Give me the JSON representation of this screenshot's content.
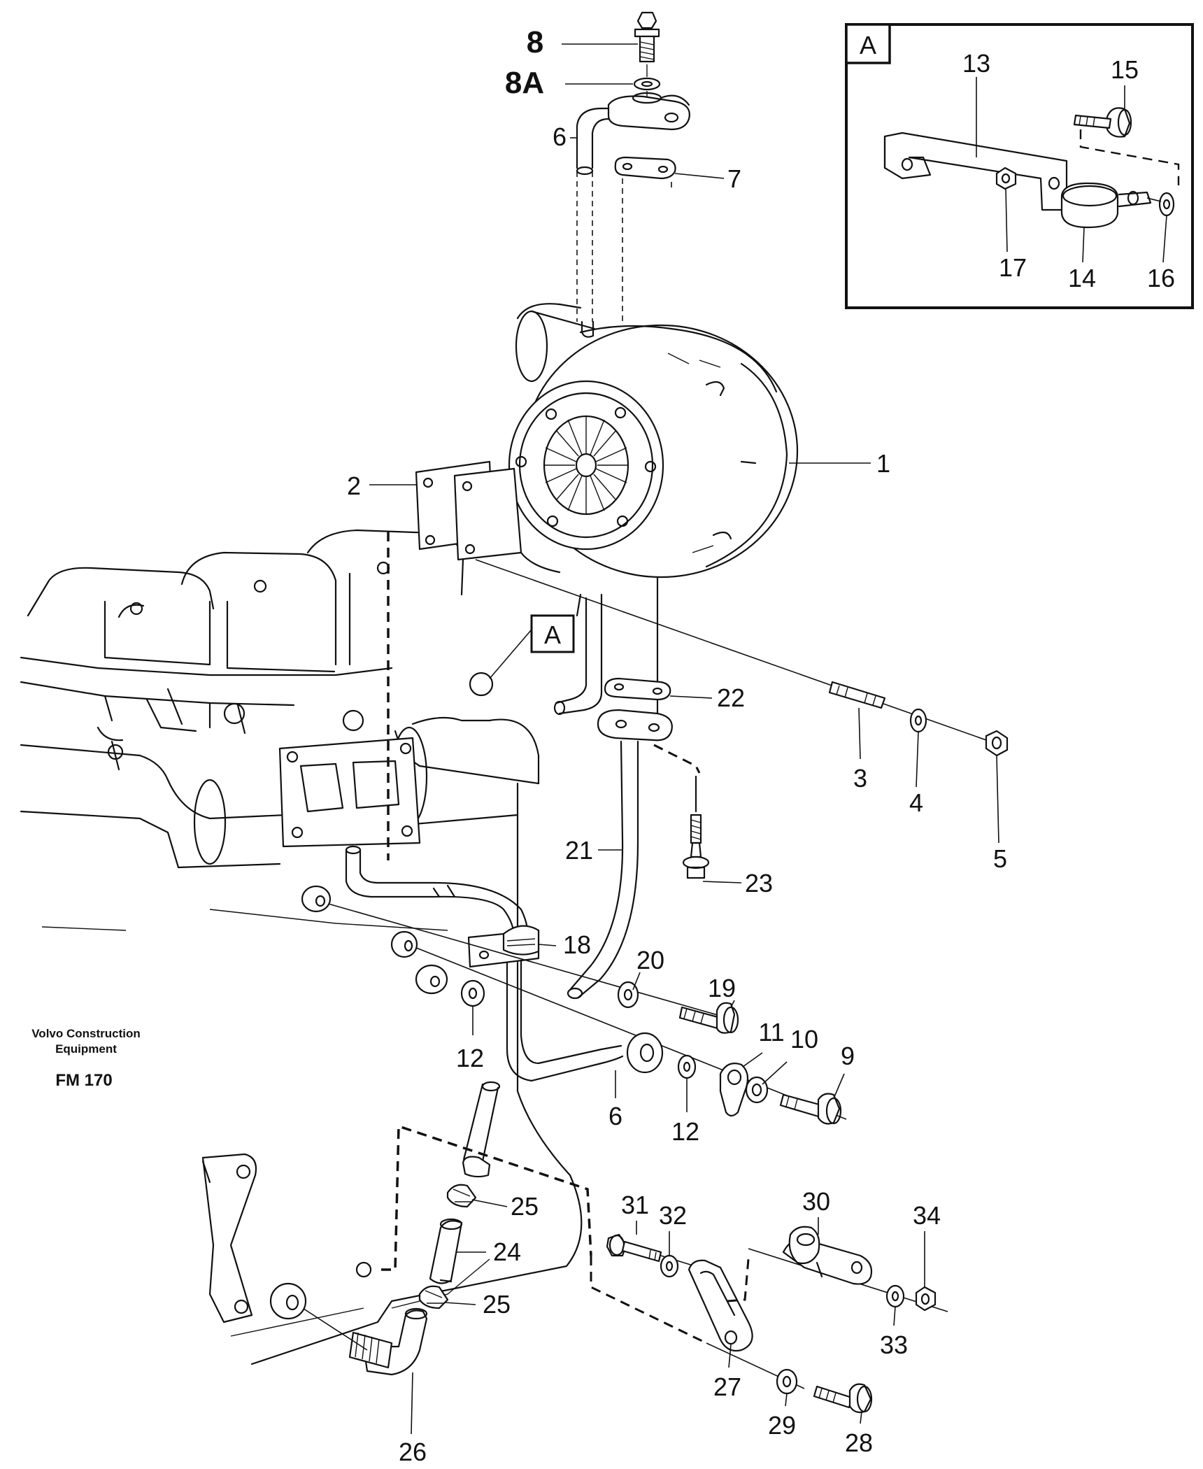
{
  "figure": {
    "publisher_line1": "Volvo Construction",
    "publisher_line2": "Equipment",
    "model": "FM 170"
  },
  "inset": {
    "tag": "A",
    "labels": [
      "13",
      "15",
      "17",
      "14",
      "16"
    ]
  },
  "callout_tag": "A",
  "part_labels": {
    "p8": "8",
    "p8a": "8A",
    "p6_top": "6",
    "p7": "7",
    "p1": "1",
    "p2": "2",
    "p22": "22",
    "p3": "3",
    "p4": "4",
    "p5": "5",
    "p21": "21",
    "p23": "23",
    "p18": "18",
    "p20": "20",
    "p19": "19",
    "p12_left": "12",
    "p11": "11",
    "p10": "10",
    "p9": "9",
    "p6_bottom": "6",
    "p12_bottom": "12",
    "p25_top": "25",
    "p24": "24",
    "p25_bottom": "25",
    "p31": "31",
    "p32": "32",
    "p30": "30",
    "p34": "34",
    "p33": "33",
    "p27": "27",
    "p29": "29",
    "p28": "28",
    "p26": "26"
  }
}
